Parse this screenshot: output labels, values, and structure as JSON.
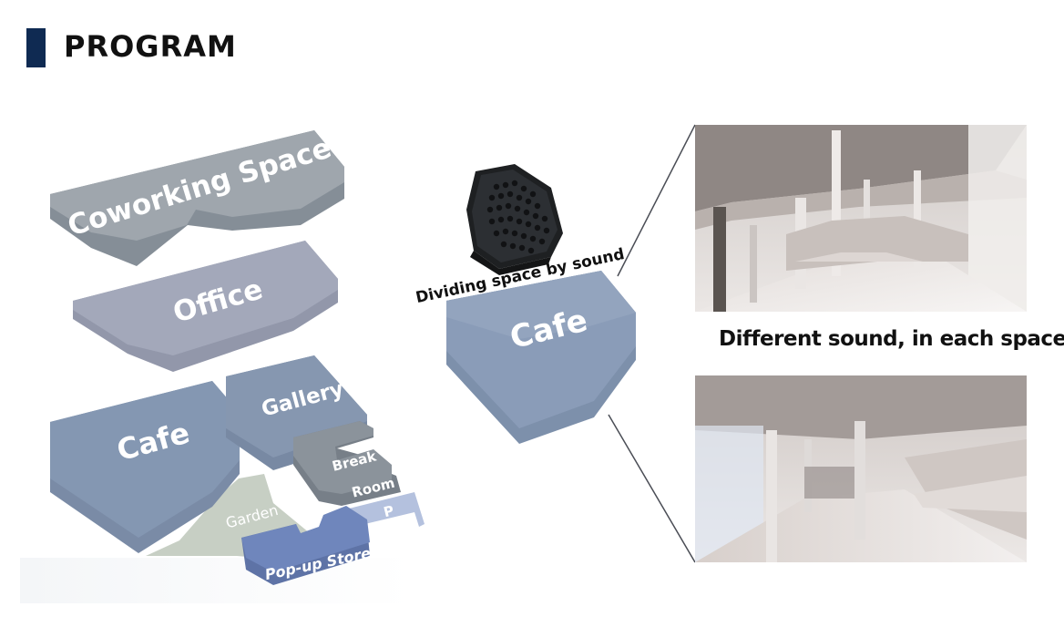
{
  "header": {
    "title": "PROGRAM",
    "accent_color": "#0f2a52"
  },
  "diagram": {
    "blocks": {
      "coworking": "Coworking Space",
      "office": "Office",
      "cafe": "Cafe",
      "gallery": "Gallery",
      "break_room_line1": "Break",
      "break_room_line2": "Room",
      "parking": "P",
      "garden": "Garden",
      "popup": "Pop-up Store"
    },
    "speaker": {
      "icon": "speaker-icon",
      "caption": "Dividing space by sound"
    },
    "cafe_block": "Cafe",
    "colors": {
      "coworking": "#9fa6ad",
      "office": "#a3a8ba",
      "cafe": "#8497b2",
      "gallery": "#8697b0",
      "break_room": "#8b939b",
      "parking": "#b4c1de",
      "garden": "#c7cfc4",
      "popup": "#6f86bc"
    }
  },
  "side": {
    "subheading": "Different sound, in each space"
  },
  "photos": [
    {
      "name": "interior-render-1"
    },
    {
      "name": "interior-render-2"
    }
  ]
}
